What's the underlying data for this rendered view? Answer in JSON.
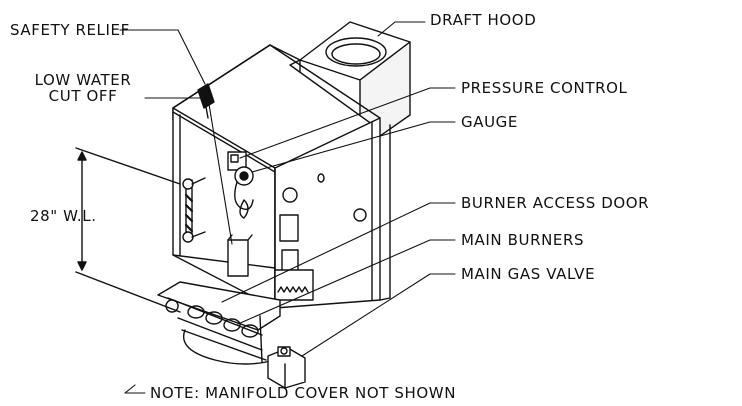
{
  "diagram": {
    "colors": {
      "ink": "#111111",
      "background": "#ffffff"
    },
    "callouts": {
      "safety_relief": "SAFETY RELIEF",
      "low_water_cutoff_line1": "LOW WATER",
      "low_water_cutoff_line2": "CUT OFF",
      "waterline": "28\" W.L.",
      "draft_hood": "DRAFT HOOD",
      "pressure_control": "PRESSURE CONTROL",
      "gauge": "GAUGE",
      "burner_access_door": "BURNER ACCESS DOOR",
      "main_burners": "MAIN BURNERS",
      "main_gas_valve": "MAIN GAS VALVE",
      "note": "NOTE: MANIFOLD COVER NOT SHOWN"
    }
  }
}
